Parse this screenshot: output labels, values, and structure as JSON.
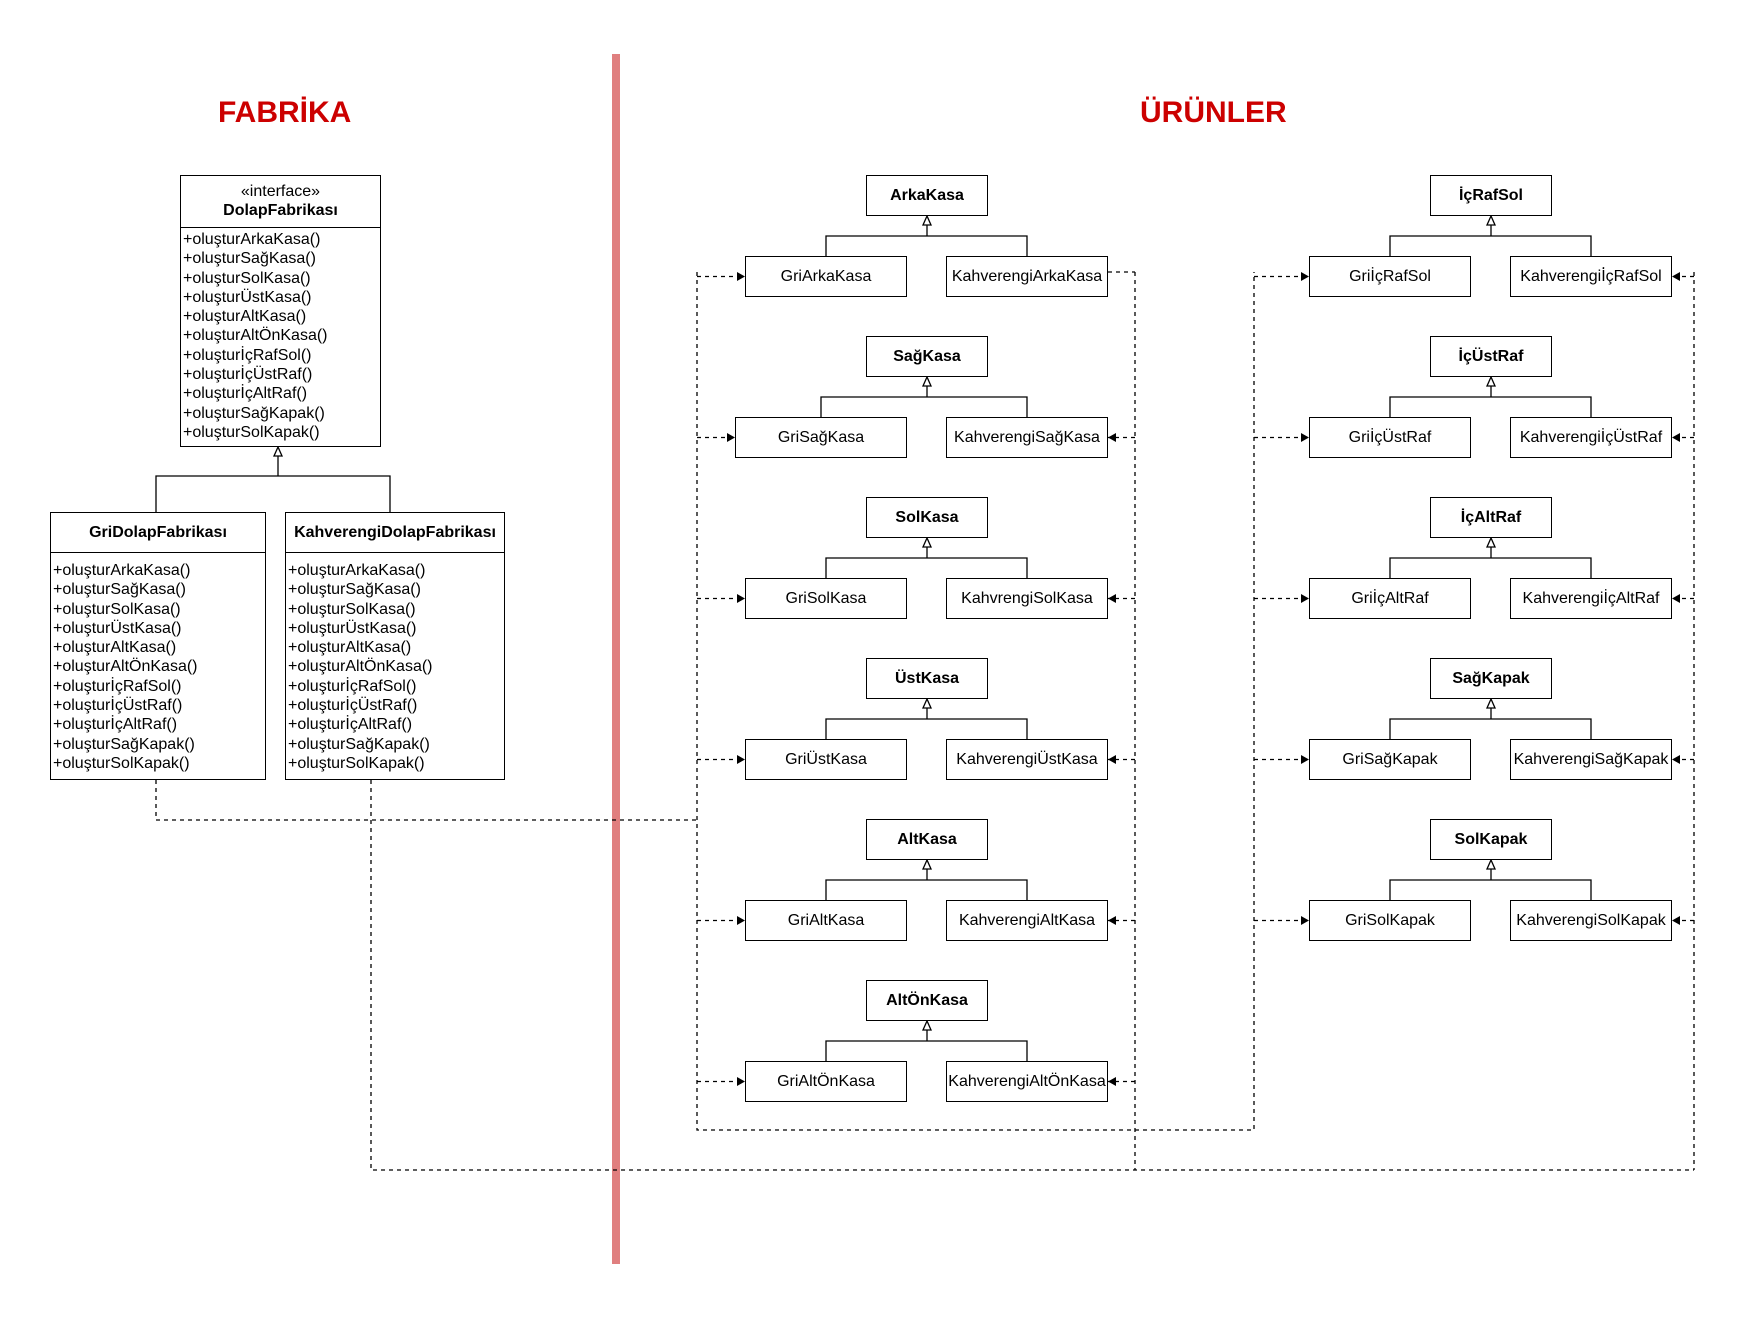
{
  "headings": {
    "factory": "FABRİKA",
    "products": "ÜRÜNLER"
  },
  "colors": {
    "heading": "#cc0000",
    "divider": "#e07f7f",
    "line": "#000000"
  },
  "factory": {
    "interface": {
      "stereotype": "«interface»",
      "name": "DolapFabrikası",
      "operations": [
        "+oluşturArkaKasa()",
        "+oluşturSağKasa()",
        "+oluşturSolKasa()",
        "+oluşturÜstKasa()",
        "+oluşturAltKasa()",
        "+oluşturAltÖnKasa()",
        "+oluşturİçRafSol()",
        "+oluşturİçÜstRaf()",
        "+oluşturİçAltRaf()",
        "+oluşturSağKapak()",
        "+oluşturSolKapak()"
      ]
    },
    "gray": {
      "name": "GriDolapFabrikası",
      "operations": [
        "+oluşturArkaKasa()",
        "+oluşturSağKasa()",
        "+oluşturSolKasa()",
        "+oluşturÜstKasa()",
        "+oluşturAltKasa()",
        "+oluşturAltÖnKasa()",
        "+oluşturİçRafSol()",
        "+oluşturİçÜstRaf()",
        "+oluşturİçAltRaf()",
        "+oluşturSağKapak()",
        "+oluşturSolKapak()"
      ]
    },
    "brown": {
      "name": "KahverengiDolapFabrikası",
      "operations": [
        "+oluşturArkaKasa()",
        "+oluşturSağKasa()",
        "+oluşturSolKasa()",
        "+oluşturÜstKasa()",
        "+oluşturAltKasa()",
        "+oluşturAltÖnKasa()",
        "+oluşturİçRafSol()",
        "+oluşturİçÜstRaf()",
        "+oluşturİçAltRaf()",
        "+oluşturSağKapak()",
        "+oluşturSolKapak()"
      ]
    }
  },
  "products": {
    "left_column": [
      {
        "abstract": "ArkaKasa",
        "gray": "GriArkaKasa",
        "brown": "KahverengiArkaKasa"
      },
      {
        "abstract": "SağKasa",
        "gray": "GriSağKasa",
        "brown": "KahverengiSağKasa"
      },
      {
        "abstract": "SolKasa",
        "gray": "GriSolKasa",
        "brown": "KahvrengiSolKasa"
      },
      {
        "abstract": "ÜstKasa",
        "gray": "GriÜstKasa",
        "brown": "KahverengiÜstKasa"
      },
      {
        "abstract": "AltKasa",
        "gray": "GriAltKasa",
        "brown": "KahverengiAltKasa"
      },
      {
        "abstract": "AltÖnKasa",
        "gray": "GriAltÖnKasa",
        "brown": "KahverengiAltÖnKasa"
      }
    ],
    "right_column": [
      {
        "abstract": "İçRafSol",
        "gray": "GriİçRafSol",
        "brown": "Kahverengiİ̇çRafSol"
      },
      {
        "abstract": "İçÜstRaf",
        "gray": "GriİçÜstRaf",
        "brown": "KahverengiİçÜstRaf"
      },
      {
        "abstract": "İçAltRaf",
        "gray": "GriİçAltRaf",
        "brown": "KahverengiİçAltRaf"
      },
      {
        "abstract": "SağKapak",
        "gray": "GriSağKapak",
        "brown": "KahverengiSağKapak"
      },
      {
        "abstract": "SolKapak",
        "gray": "GriSolKapak",
        "brown": "KahverengiSolKapak"
      }
    ]
  }
}
